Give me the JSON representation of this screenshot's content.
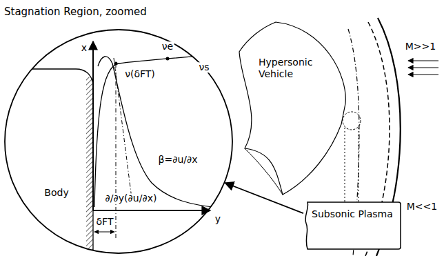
{
  "diagram": {
    "nodes": [
      {
        "text": [
          "Stagnation Region, zoomed"
        ]
      },
      {
        "text": [
          "Hypersonic Vehicle"
        ]
      },
      {
        "text": [
          "Subsonic Plasma"
        ]
      }
    ],
    "edges": [
      {
        "from": 2,
        "to": 0,
        "arrow": "to"
      }
    ],
    "labels": [
      "x",
      "ν(δFT)",
      "νe",
      "νs",
      "β=∂u/∂x",
      "Body",
      "y",
      "∂/∂y(∂u/∂x)",
      "δFT",
      "M>>1",
      "M<<1"
    ]
  }
}
